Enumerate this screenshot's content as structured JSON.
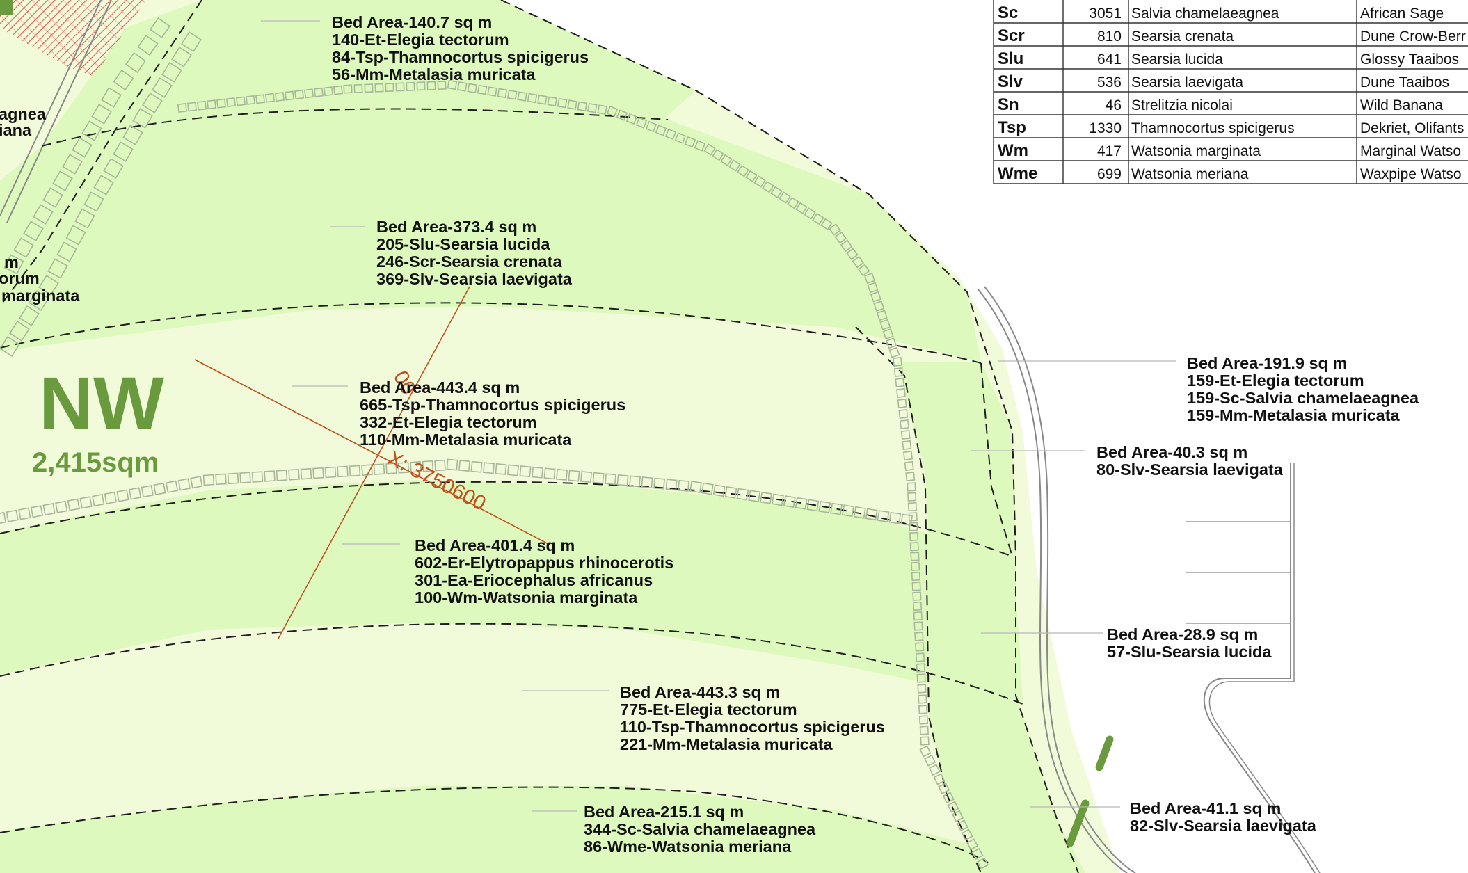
{
  "zone": {
    "code": "NW",
    "area": "2,415sqm"
  },
  "coordinate_label": {
    "x_text": "X: 3750600",
    "y_text": "00"
  },
  "edge_fragments": [
    "agnea",
    "iana",
    "m",
    "orum",
    "marginata"
  ],
  "beds": [
    {
      "id": "bed-140-7",
      "lines": [
        "Bed Area-140.7 sq m",
        "140-Et-Elegia tectorum",
        "84-Tsp-Thamnocortus spicigerus",
        "56-Mm-Metalasia muricata"
      ]
    },
    {
      "id": "bed-373-4",
      "lines": [
        "Bed Area-373.4 sq m",
        "205-Slu-Searsia lucida",
        "246-Scr-Searsia crenata",
        "369-Slv-Searsia laevigata"
      ]
    },
    {
      "id": "bed-443-4",
      "lines": [
        "Bed Area-443.4 sq m",
        "665-Tsp-Thamnocortus spicigerus",
        "332-Et-Elegia tectorum",
        "110-Mm-Metalasia muricata"
      ]
    },
    {
      "id": "bed-401-4",
      "lines": [
        "Bed Area-401.4 sq m",
        "602-Er-Elytropappus rhinocerotis",
        "301-Ea-Eriocephalus africanus",
        "100-Wm-Watsonia marginata"
      ]
    },
    {
      "id": "bed-443-3",
      "lines": [
        "Bed Area-443.3 sq m",
        "775-Et-Elegia tectorum",
        "110-Tsp-Thamnocortus spicigerus",
        "221-Mm-Metalasia muricata"
      ]
    },
    {
      "id": "bed-215-1",
      "lines": [
        "Bed Area-215.1 sq m",
        "344-Sc-Salvia chamelaeagnea",
        "86-Wme-Watsonia meriana"
      ]
    },
    {
      "id": "bed-191-9",
      "lines": [
        "Bed Area-191.9 sq m",
        "159-Et-Elegia tectorum",
        "159-Sc-Salvia chamelaeagnea",
        "159-Mm-Metalasia muricata"
      ]
    },
    {
      "id": "bed-40-3",
      "lines": [
        "Bed Area-40.3 sq m",
        "80-Slv-Searsia laevigata"
      ]
    },
    {
      "id": "bed-28-9",
      "lines": [
        "Bed Area-28.9 sq m",
        "57-Slu-Searsia lucida"
      ]
    },
    {
      "id": "bed-41-1",
      "lines": [
        "Bed Area-41.1 sq m",
        "82-Slv-Searsia laevigata"
      ]
    }
  ],
  "plant_schedule": [
    {
      "code": "Sc",
      "qty": "3051",
      "botanical": "Salvia chamelaeagnea",
      "common": "African Sage"
    },
    {
      "code": "Scr",
      "qty": "810",
      "botanical": "Searsia crenata",
      "common": "Dune Crow-Berr"
    },
    {
      "code": "Slu",
      "qty": "641",
      "botanical": "Searsia lucida",
      "common": "Glossy Taaibos"
    },
    {
      "code": "Slv",
      "qty": "536",
      "botanical": "Searsia laevigata",
      "common": "Dune Taaibos"
    },
    {
      "code": "Sn",
      "qty": "46",
      "botanical": "Strelitzia nicolai",
      "common": "Wild Banana"
    },
    {
      "code": "Tsp",
      "qty": "1330",
      "botanical": "Thamnocortus spicigerus",
      "common": "Dekriet, Olifants"
    },
    {
      "code": "Wm",
      "qty": "417",
      "botanical": "Watsonia marginata",
      "common": "Marginal Watso"
    },
    {
      "code": "Wme",
      "qty": "699",
      "botanical": "Watsonia meriana",
      "common": "Waxpipe Watso"
    }
  ],
  "colors": {
    "bed_dark": "#def9bd",
    "bed_light": "#f1fbd9",
    "zone_label": "#6a9a3e",
    "coordinate": "#c0501e"
  }
}
